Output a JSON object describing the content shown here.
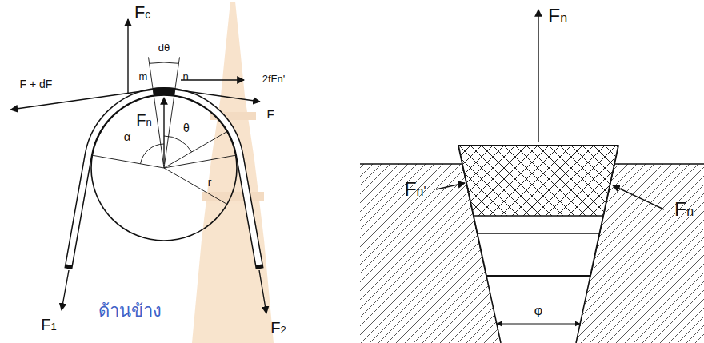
{
  "diagram": {
    "labels": [
      "Fc",
      "dθ",
      "m",
      "n",
      "F + dF",
      "2fFn'",
      "F",
      "Fn",
      "α",
      "θ",
      "r",
      "F1",
      "F2",
      "ด้านข้าง",
      "Fn",
      "Fn'",
      "Fn",
      "φ"
    ]
  }
}
